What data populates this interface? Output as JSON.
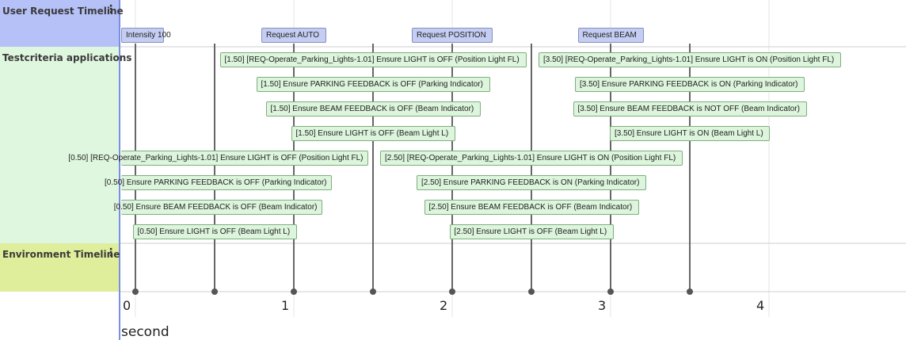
{
  "lanes": {
    "user_request": {
      "title": "User Request Timeline",
      "menu_icon": "kebab-menu-icon",
      "color": "#b6c1f7"
    },
    "testcriteria": {
      "title": "Testcriteria applications",
      "color": "#e0f7df"
    },
    "environment": {
      "title": "Environment Timeline",
      "menu_icon": "kebab-menu-icon",
      "color": "#dfee9a"
    }
  },
  "axis": {
    "ticks": [
      "0",
      "1",
      "2",
      "3",
      "4"
    ],
    "unit": "second"
  },
  "event_times": [
    0.0,
    0.5,
    1.0,
    1.5,
    2.0,
    2.5,
    3.0,
    3.5
  ],
  "requests": [
    {
      "time": 0.0,
      "label": "Intensity 100"
    },
    {
      "time": 1.0,
      "label": "Request AUTO"
    },
    {
      "time": 2.0,
      "label": "Request POSITION"
    },
    {
      "time": 3.0,
      "label": "Request BEAM"
    }
  ],
  "criteria": [
    {
      "time": 1.5,
      "row": 0,
      "label": "[1.50] [REQ-Operate_Parking_Lights-1.01] Ensure LIGHT is OFF (Position Light FL)"
    },
    {
      "time": 1.5,
      "row": 1,
      "label": "[1.50] Ensure PARKING FEEDBACK is OFF (Parking Indicator)"
    },
    {
      "time": 1.5,
      "row": 2,
      "label": "[1.50] Ensure BEAM FEEDBACK is OFF (Beam Indicator)"
    },
    {
      "time": 1.5,
      "row": 3,
      "label": "[1.50] Ensure LIGHT is OFF (Beam Light L)"
    },
    {
      "time": 3.5,
      "row": 0,
      "label": "[3.50] [REQ-Operate_Parking_Lights-1.01] Ensure LIGHT is ON (Position Light FL)"
    },
    {
      "time": 3.5,
      "row": 1,
      "label": "[3.50] Ensure PARKING FEEDBACK is ON (Parking Indicator)"
    },
    {
      "time": 3.5,
      "row": 2,
      "label": "[3.50] Ensure BEAM FEEDBACK is NOT OFF (Beam Indicator)"
    },
    {
      "time": 3.5,
      "row": 3,
      "label": "[3.50] Ensure LIGHT is ON (Beam Light L)"
    },
    {
      "time": 0.5,
      "row": 4,
      "label": "[0.50] [REQ-Operate_Parking_Lights-1.01] Ensure LIGHT is OFF (Position Light FL)"
    },
    {
      "time": 0.5,
      "row": 5,
      "label": "[0.50] Ensure PARKING FEEDBACK is OFF (Parking Indicator)"
    },
    {
      "time": 0.5,
      "row": 6,
      "label": "[0.50] Ensure BEAM FEEDBACK is OFF (Beam Indicator)"
    },
    {
      "time": 0.5,
      "row": 7,
      "label": "[0.50] Ensure LIGHT is OFF (Beam Light L)"
    },
    {
      "time": 2.5,
      "row": 4,
      "label": "[2.50] [REQ-Operate_Parking_Lights-1.01] Ensure LIGHT is ON (Position Light FL)"
    },
    {
      "time": 2.5,
      "row": 5,
      "label": "[2.50] Ensure PARKING FEEDBACK is ON (Parking Indicator)"
    },
    {
      "time": 2.5,
      "row": 6,
      "label": "[2.50] Ensure BEAM FEEDBACK is OFF (Beam Indicator)"
    },
    {
      "time": 2.5,
      "row": 7,
      "label": "[2.50] Ensure LIGHT is OFF (Beam Light L)"
    }
  ]
}
